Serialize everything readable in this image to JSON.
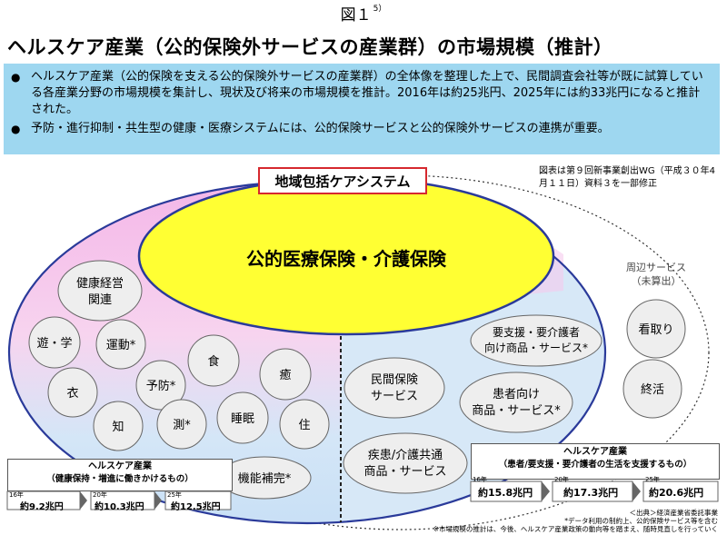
{
  "figure_label": "図１",
  "figure_ref": "5）",
  "title": "ヘルスケア産業（公的保険外サービスの産業群）の市場規模（推計）",
  "summary": [
    "ヘルスケア産業（公的保険を支える公的保険外サービスの産業群）の全体像を整理した上で、民間調査会社等が既に試算している各産業分野の市場規模を集計し、現状及び将来の市場規模を推計。2016年は約25兆円、2025年には約33兆円になると推計された。",
    "予防・進行抑制・共生型の健康・医療システムには、公的保険サービスと公的保険外サービスの連携が重要。"
  ],
  "source_note": "図表は第９回新事業創出WG（平成３０年4月１１日）資料３を一部修正",
  "system_label": "地域包括ケアシステム",
  "center_label": "公的医療保険・介護保険",
  "peripheral_label_1": "周辺サービス",
  "peripheral_label_2": "（未算出）",
  "left_items": [
    "健康経営\n関連",
    "遊・学",
    "運動*",
    "食",
    "衣",
    "予防*",
    "癒",
    "知",
    "測*",
    "睡眠",
    "住",
    "機能補完*"
  ],
  "right_items": [
    "要支援・要介護者\n向け商品・サービス*",
    "民間保険\nサービス",
    "患者向け\n商品・サービス*",
    "疾患/介護共通\n商品・サービス"
  ],
  "peripheral_items": [
    "看取り",
    "終活"
  ],
  "stats_left": {
    "title": "ヘルスケア産業",
    "subtitle": "（健康保持・増進に働きかけるもの）",
    "years": [
      "16年",
      "20年",
      "25年"
    ],
    "values": [
      "約9.2兆円",
      "約10.3兆円",
      "約12.5兆円"
    ]
  },
  "stats_right": {
    "title": "ヘルスケア産業",
    "subtitle": "（患者/要支援・要介護者の生活を支援するもの）",
    "years": [
      "16年",
      "20年",
      "25年"
    ],
    "values": [
      "約15.8兆円",
      "約17.3兆円",
      "約20.6兆円"
    ]
  },
  "footnotes": [
    "＜出典＞経済産業省委託事業",
    "*データ利用の制約上、公的保険サービス等を含む",
    "※市場規模の推計は、今後、ヘルスケア産業政策の動向等を踏まえ、随時見直しを行っていく"
  ],
  "colors": {
    "summary_bg": "#9ed7f0",
    "center_fill": "#ffff33",
    "ellipse_stroke": "#2a3a9a",
    "pink": "#f2b8e6",
    "light_blue": "#cfe4f7",
    "circle_fill": "#eeeeee",
    "label_border": "#d6282e"
  }
}
